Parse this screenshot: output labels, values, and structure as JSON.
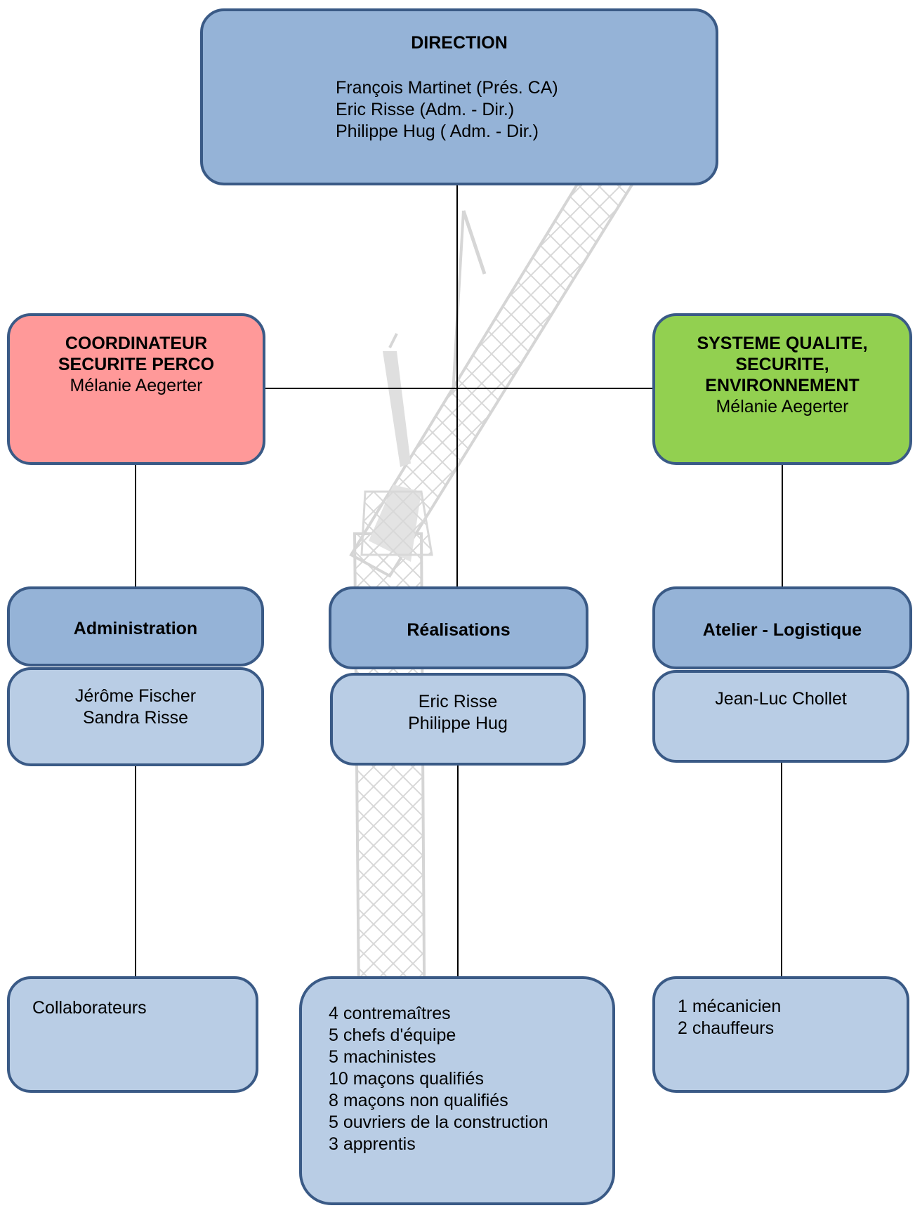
{
  "direction": {
    "title": "DIRECTION",
    "members": [
      "François Martinet (Prés. CA)",
      "Eric Risse (Adm. - Dir.)",
      "Philippe Hug  ( Adm. - Dir.)"
    ]
  },
  "coordinateur": {
    "title_lines": [
      "COORDINATEUR",
      "SECURITE PERCO"
    ],
    "person": "Mélanie Aegerter"
  },
  "qualite": {
    "title_lines": [
      "SYSTEME QUALITE,",
      "SECURITE,",
      "ENVIRONNEMENT"
    ],
    "person": "Mélanie Aegerter"
  },
  "departments": [
    {
      "title": "Administration",
      "people": [
        "Jérôme Fischer",
        "Sandra Risse"
      ],
      "staff": [
        "Collaborateurs"
      ]
    },
    {
      "title": "Réalisations",
      "people": [
        "Eric Risse",
        "Philippe Hug"
      ],
      "staff": [
        "4 contremaîtres",
        "5 chefs d'équipe",
        "5 machinistes",
        "10 maçons qualifiés",
        "8 maçons non qualifiés",
        "5 ouvriers de la construction",
        "3 apprentis"
      ]
    },
    {
      "title": "Atelier - Logistique",
      "people": [
        "Jean-Luc Chollet"
      ],
      "staff": [
        "1 mécanicien",
        "2 chauffeurs"
      ]
    }
  ],
  "colors": {
    "border": "#3a5a86",
    "header_fill": "#95b3d7",
    "body_fill": "#b9cde5",
    "coordinateur_fill": "#ff9999",
    "qualite_fill": "#92d050",
    "connector": "#000000"
  }
}
